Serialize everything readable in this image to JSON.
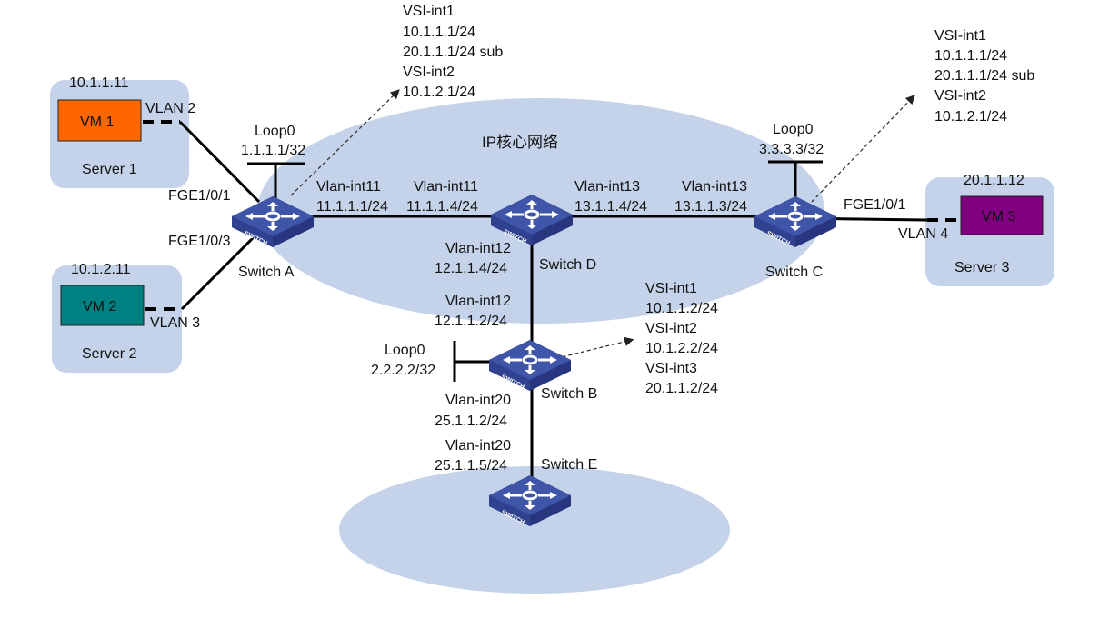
{
  "colors": {
    "cloud": "#C5D3EA",
    "vm1": "#FF6600",
    "vm2": "#008080",
    "vm3": "#800080",
    "switch": "#3A4EA0"
  },
  "core_network": {
    "label": "IP核心网络"
  },
  "servers": [
    {
      "name": "Server 1",
      "vm": "VM 1",
      "ip": "10.1.1.11",
      "vlan": "VLAN 2",
      "port": "FGE1/0/1"
    },
    {
      "name": "Server 2",
      "vm": "VM 2",
      "ip": "10.1.2.11",
      "vlan": "VLAN 3",
      "port": "FGE1/0/3"
    },
    {
      "name": "Server 3",
      "vm": "VM 3",
      "ip": "20.1.1.12",
      "vlan": "VLAN 4",
      "port": "FGE1/0/1"
    }
  ],
  "switches": {
    "a": {
      "name": "Switch A",
      "loop_label": "Loop0",
      "loop_ip": "1.1.1.1/32",
      "vlan_if": "Vlan-int11",
      "vlan_ip": "11.1.1.1/24",
      "vsi": [
        "VSI-int1",
        "10.1.1.1/24",
        "20.1.1.1/24 sub",
        "VSI-int2",
        "10.1.2.1/24"
      ]
    },
    "d": {
      "name": "Switch D",
      "left_if": "Vlan-int11",
      "left_ip": "11.1.1.4/24",
      "right_if": "Vlan-int13",
      "right_ip": "13.1.1.4/24",
      "down_if": "Vlan-int12",
      "down_ip": "12.1.1.4/24"
    },
    "c": {
      "name": "Switch C",
      "loop_label": "Loop0",
      "loop_ip": "3.3.3.3/32",
      "vlan_if": "Vlan-int13",
      "vlan_ip": "13.1.1.3/24",
      "vsi": [
        "VSI-int1",
        "10.1.1.1/24",
        "20.1.1.1/24 sub",
        "VSI-int2",
        "10.1.2.1/24"
      ]
    },
    "b": {
      "name": "Switch B",
      "loop_label": "Loop0",
      "loop_ip": "2.2.2.2/32",
      "up_if": "Vlan-int12",
      "up_ip": "12.1.1.2/24",
      "down_if": "Vlan-int20",
      "down_ip": "25.1.1.2/24",
      "vsi": [
        "VSI-int1",
        "10.1.1.2/24",
        "VSI-int2",
        "10.1.2.2/24",
        "VSI-int3",
        "20.1.1.2/24"
      ]
    },
    "e": {
      "name": "Switch E",
      "vlan_if": "Vlan-int20",
      "vlan_ip": "25.1.1.5/24"
    }
  },
  "switch_icon_label": "SWITCH"
}
